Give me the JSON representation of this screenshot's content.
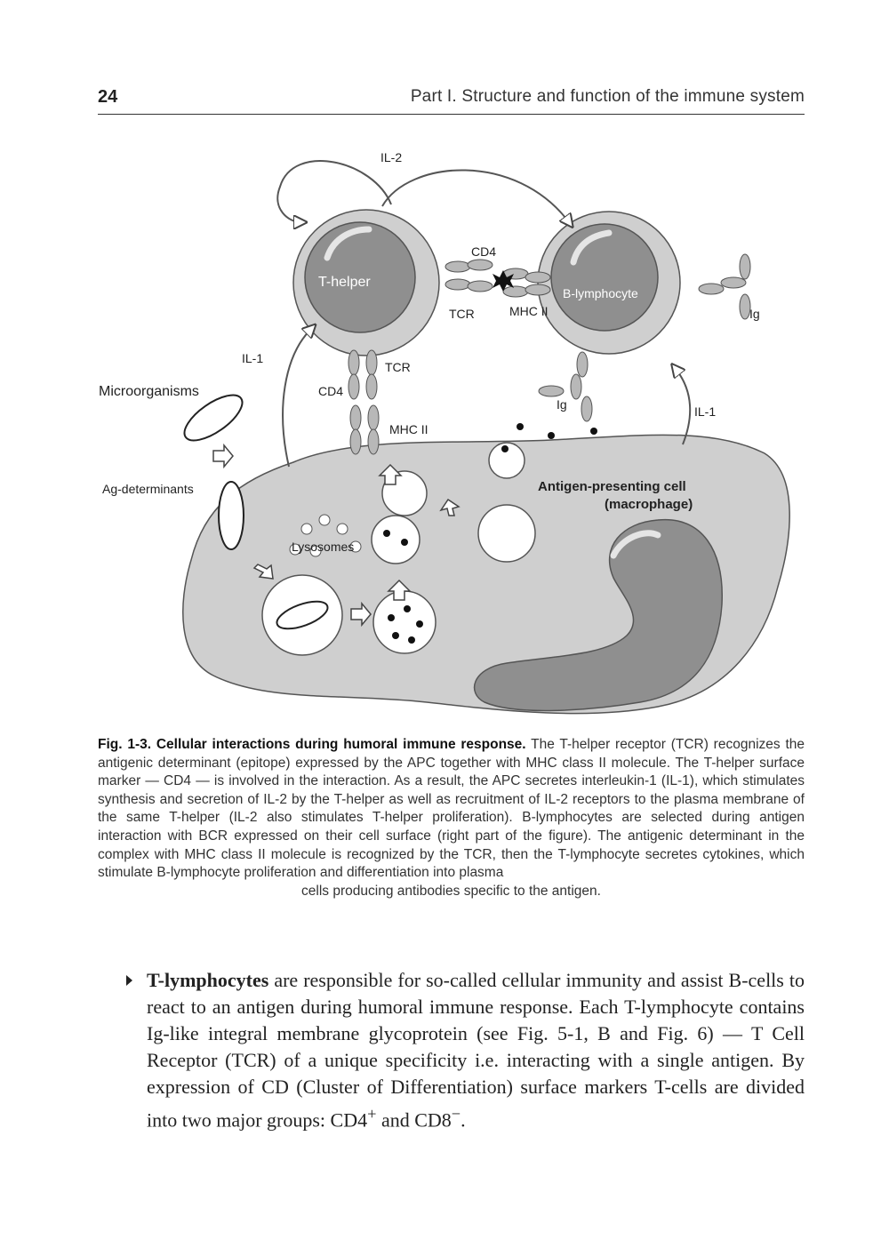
{
  "header": {
    "page_number": "24",
    "running_title": "Part I. Structure and function of the immune system"
  },
  "figure": {
    "labels": {
      "il2": "IL-2",
      "cd4_top": "CD4",
      "t_helper": "T-helper",
      "b_lymphocyte": "B-lymphocyte",
      "tcr_right": "TCR",
      "mhc_right": "MHC II",
      "ig_right": "Ig",
      "il1_left": "IL-1",
      "tcr_below": "TCR",
      "cd4_below": "CD4",
      "microorganisms": "Microorganisms",
      "ig_center": "Ig",
      "il1_right": "IL-1",
      "mhc_below": "MHC II",
      "ag_determinants": "Ag-determinants",
      "apc_line1": "Antigen-presenting cell",
      "apc_line2": "(macrophage)",
      "lysosomes": "Lysosomes"
    }
  },
  "caption": {
    "label": "Fig. 1-3. Cellular interactions during humoral immune response.",
    "text": " The T-helper receptor (TCR) recognizes the antigenic determinant (epitope) expressed by the APC together with MHC class II molecule. The T-helper surface marker — CD4 — is involved in the interaction. As a result, the APC secretes interleukin-1 (IL-1), which stimulates synthesis and secretion of IL-2 by the T-helper as well as recruitment of IL-2 receptors to the plasma membrane of the same T-helper (IL-2 also stimulates T-helper proliferation). B-lymphocytes are selected during antigen interaction with BCR expressed on their cell surface (right part of the figure). The antigenic determinant in the complex with MHC class II molecule is recognized by the TCR, then the T-lymphocyte secretes cytokines, which stimulate B-lymphocyte proliferation and differentiation into plasma",
    "last_line": "cells producing antibodies specific to the antigen."
  },
  "body": {
    "term": "T-lymphocytes",
    "text": " are responsible for so-called cellular immunity and assist B-cells to react to an antigen during humoral immune response. Each T-lymphocyte contains Ig-like integral membrane glycoprotein (see Fig. 5-1, B and Fig. 6) — T Cell Receptor (TCR) of a unique specificity i.e. interacting with a single antigen. By expression of CD (Cluster of Differentiation) surface markers T-cells are divided into two major groups: CD4",
    "sup1": "+",
    "mid": " and CD8",
    "sup2": "−",
    "end": "."
  }
}
